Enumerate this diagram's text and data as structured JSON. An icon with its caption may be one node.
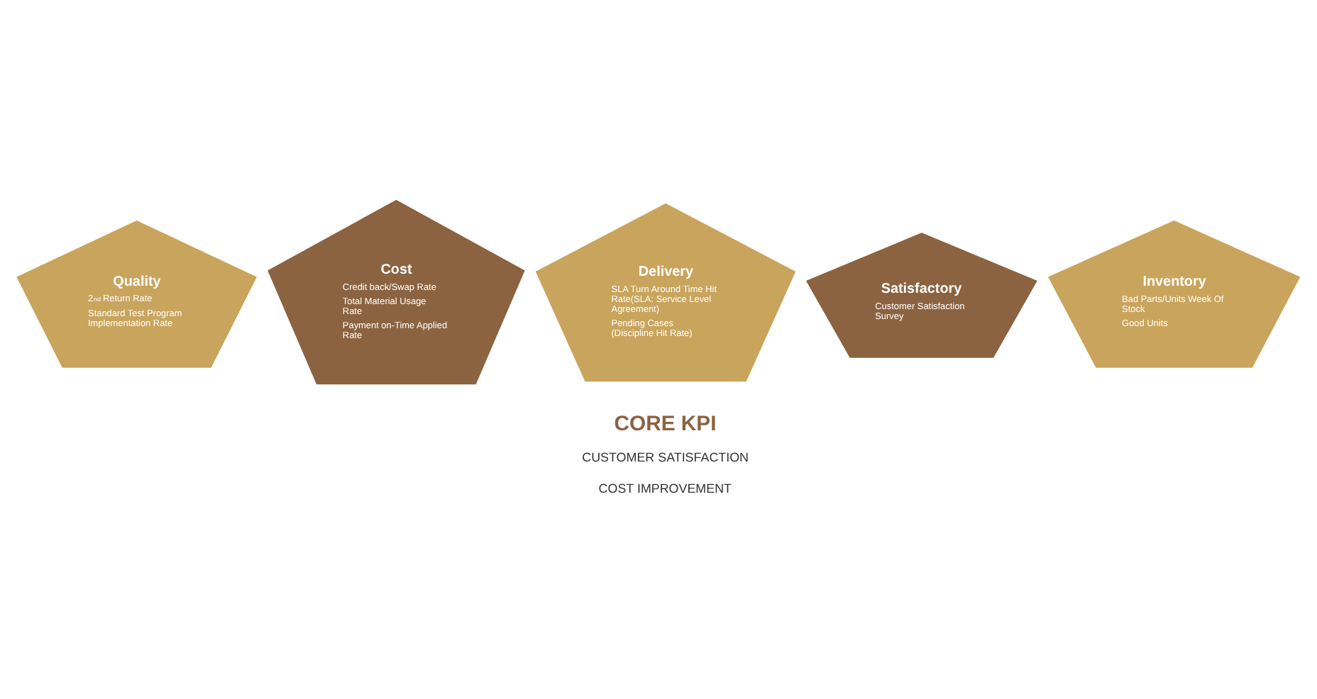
{
  "diagram": {
    "nodes": [
      {
        "text": [
          "Quality",
          "2$^{nd}$ Return Rate",
          "Standard Test Program Implementation Rate"
        ]
      },
      {
        "text": [
          "Cost",
          "Credit back/Swap Rate",
          "Total Material Usage Rate",
          "Payment on-Time Applied Rate"
        ]
      },
      {
        "text": [
          "Delivery",
          "SLA Turn Around Time Hit Rate(SLA: Service Level Agreement)",
          "Pending Cases (Discipline Hit Rate)"
        ]
      },
      {
        "text": [
          "Satisfactory",
          "Customer Satisfaction Survey"
        ]
      },
      {
        "text": [
          "Inventory",
          "Bad Parts/Units Week Of Stock",
          "Good Units"
        ]
      }
    ],
    "labels": [
      "CORE KPI",
      "CUSTOMER SATISFACTION",
      "COST IMPROVEMENT"
    ]
  }
}
